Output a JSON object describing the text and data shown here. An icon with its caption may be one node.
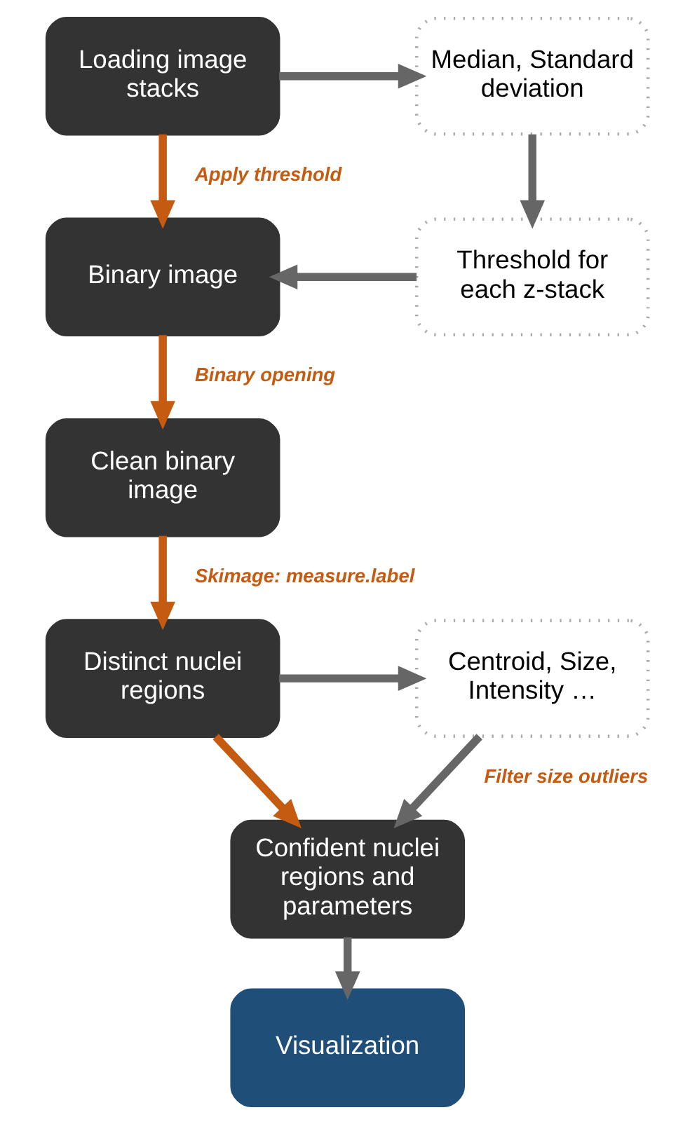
{
  "diagram": {
    "nodes": [
      {
        "text": [
          "Loading image stacks"
        ]
      },
      {
        "text": [
          "Median, Standard deviation"
        ]
      },
      {
        "text": [
          "Threshold for each z-stack"
        ]
      },
      {
        "text": [
          "Binary image"
        ]
      },
      {
        "text": [
          "Clean binary image"
        ]
      },
      {
        "text": [
          "Distinct nuclei regions"
        ]
      },
      {
        "text": [
          "Centroid, Size, Intensity …"
        ]
      },
      {
        "text": [
          "Confident nuclei regions and parameters"
        ]
      },
      {
        "text": [
          "Visualization"
        ]
      }
    ],
    "edges": [
      {
        "from": 0,
        "to": 1,
        "arrow": "to"
      },
      {
        "from": 0,
        "to": 3,
        "arrow": "to",
        "label": "Apply threshold",
        "color": "#c55a11"
      },
      {
        "from": 1,
        "to": 2,
        "arrow": "to"
      },
      {
        "from": 2,
        "to": 3,
        "arrow": "to"
      },
      {
        "from": 3,
        "to": 4,
        "arrow": "to",
        "label": "Binary opening",
        "color": "#c55a11"
      },
      {
        "from": 4,
        "to": 5,
        "arrow": "to",
        "label": "Skimage: measure.label",
        "color": "#c55a11"
      },
      {
        "from": 5,
        "to": 6,
        "arrow": "to"
      },
      {
        "from": 6,
        "to": 7,
        "arrow": "to",
        "label": "Filter size outliers"
      },
      {
        "from": 5,
        "to": 7,
        "arrow": "to",
        "color": "#c55a11"
      },
      {
        "from": 7,
        "to": 8,
        "arrow": "to"
      }
    ]
  }
}
